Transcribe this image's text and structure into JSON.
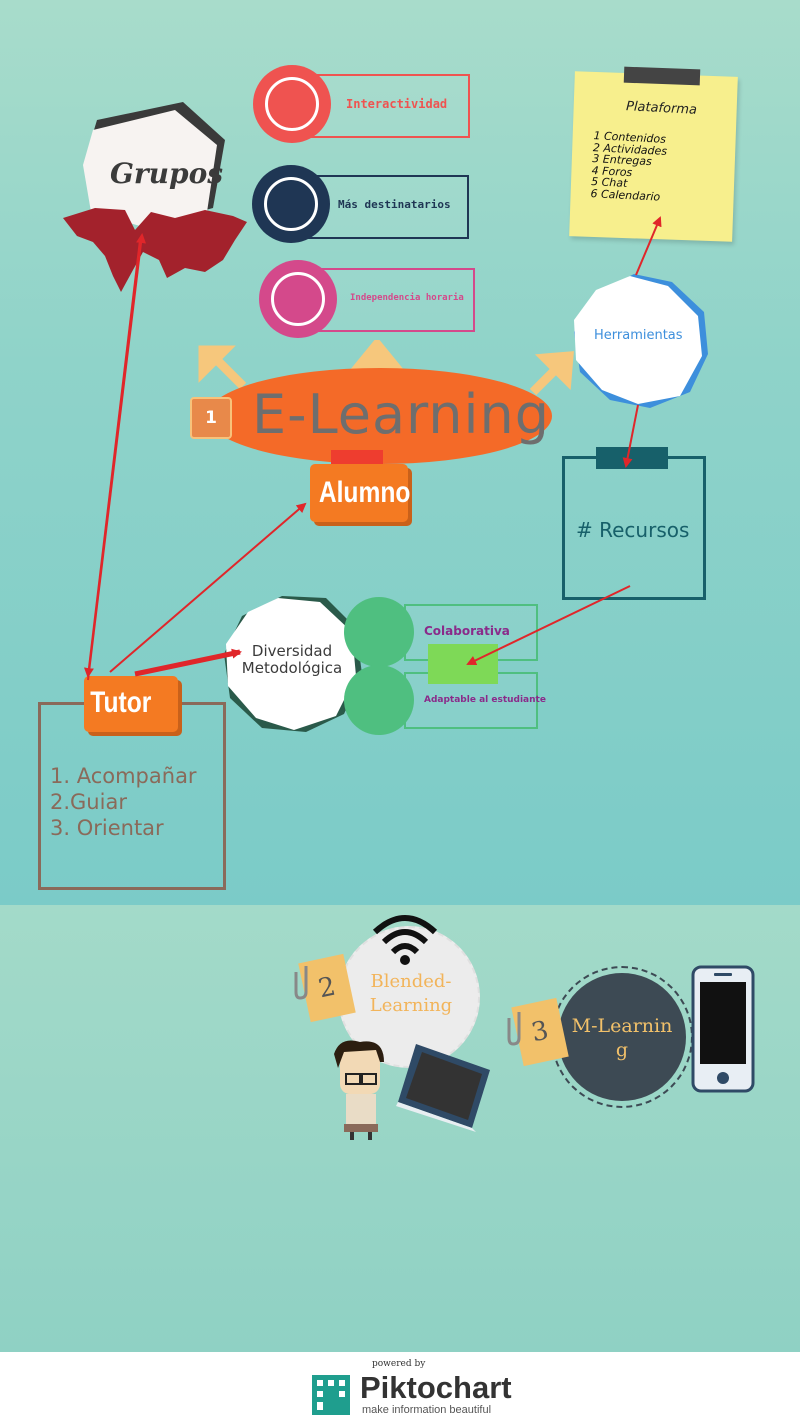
{
  "top_items": [
    {
      "label": "Interactividad",
      "color": "#ef5350"
    },
    {
      "label": "Más destinatarios",
      "color": "#1f3654"
    },
    {
      "label": "Independencia horaria",
      "color": "#d4498b"
    }
  ],
  "grupos_label": "Grupos",
  "center": {
    "number": "1",
    "title": "E-Learning",
    "color": "#f46a28"
  },
  "herramientas_label": "Herramientas",
  "plataforma": {
    "title": "Plataforma",
    "items": [
      "1 Contenidos",
      "2 Actividades",
      "3 Entregas",
      "4 Foros",
      "5 Chat",
      "6 Calendario"
    ]
  },
  "recursos_label": "# Recursos",
  "alumno_label": "Alumno",
  "diversidad_label": "Diversidad Metodológica",
  "methods": [
    "Colaborativa",
    "Adaptable al estudiante"
  ],
  "tutor": {
    "label": "Tutor",
    "roles": [
      "1. Acompañar",
      "2.Guiar",
      "3. Orientar"
    ]
  },
  "blended": {
    "number": "2",
    "label": "Blended-Learning"
  },
  "mlearning": {
    "number": "3",
    "label": "M-Learning"
  },
  "footer": {
    "powered_by": "powered by",
    "brand": "Piktochart",
    "tagline": "make information beautiful"
  },
  "colors": {
    "arrow": "#e0262a",
    "orange": "#f47a22",
    "teal_dark": "#17606a",
    "brown": "#8a6a5a",
    "green": "#4fbf80"
  }
}
